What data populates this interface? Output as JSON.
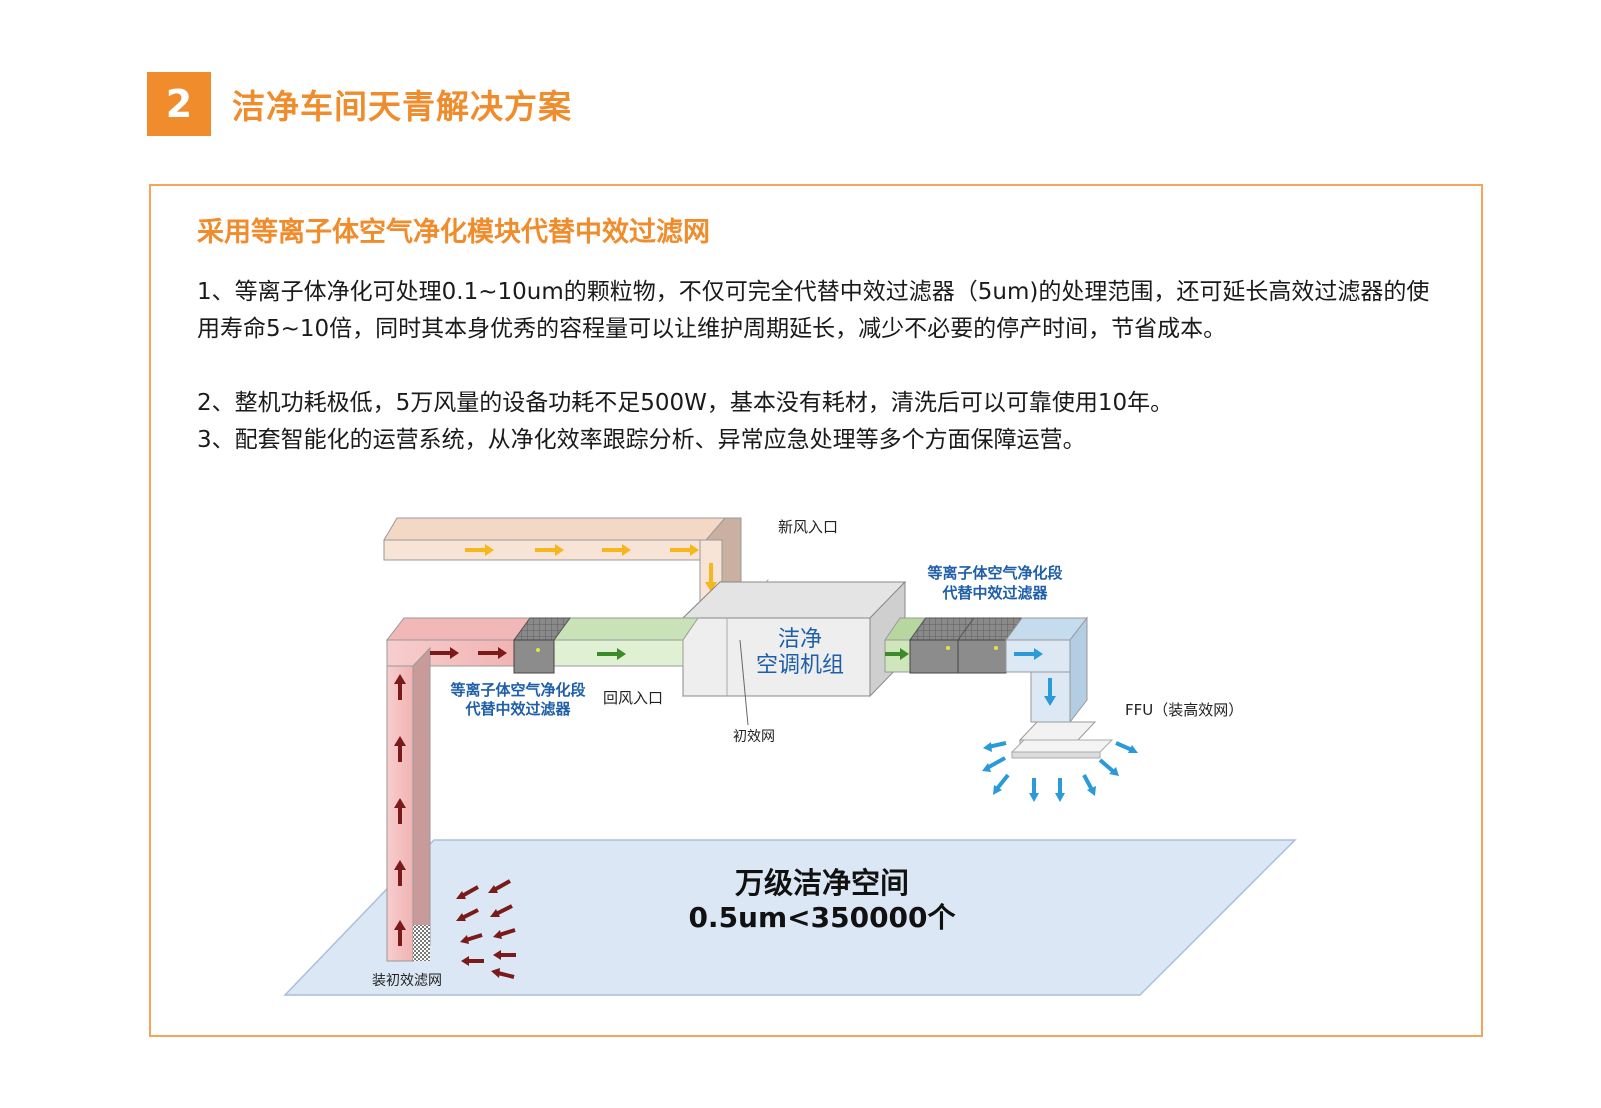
{
  "header": {
    "number": "2",
    "title": "洁净车间天青解决方案"
  },
  "section": {
    "subtitle": "采用等离子体空气净化模块代替中效过滤网",
    "points": [
      "1、等离子体净化可处理0.1~10um的颗粒物，不仅可完全代替中效过滤器（5um)的处理范围，还可延长高效过滤器的使用寿命5~10倍，同时其本身优秀的容程量可以让维护周期延长，减少不必要的停产时间，节省成本。",
      "2、整机功耗极低，5万风量的设备功耗不足500W，基本没有耗材，清洗后可以可靠使用10年。",
      "3、配套智能化的运营系统，从净化效率跟踪分析、异常应急处理等多个方面保障运营。"
    ]
  },
  "diagram": {
    "fresh_air_inlet": "新风入口",
    "return_air_inlet": "回风入口",
    "primary_filter": "初效网",
    "ahu_line1": "洁净",
    "ahu_line2": "空调机组",
    "plasma_label_line1": "等离子体空气净化段",
    "plasma_label_line2": "代替中效过滤器",
    "ffu": "FFU（装高效网）",
    "bottom_filter": "装初效滤网",
    "room_line1": "万级洁净空间",
    "room_line2": "0.5um<350000个"
  },
  "colors": {
    "accent": "#f08c2c",
    "label_blue": "#1f5fa8",
    "fresh_arrow": "#f5b61e",
    "return_arrow": "#7a1a1a",
    "green_arrow": "#3d8a2a",
    "blue_arrow": "#2a9ad8"
  }
}
